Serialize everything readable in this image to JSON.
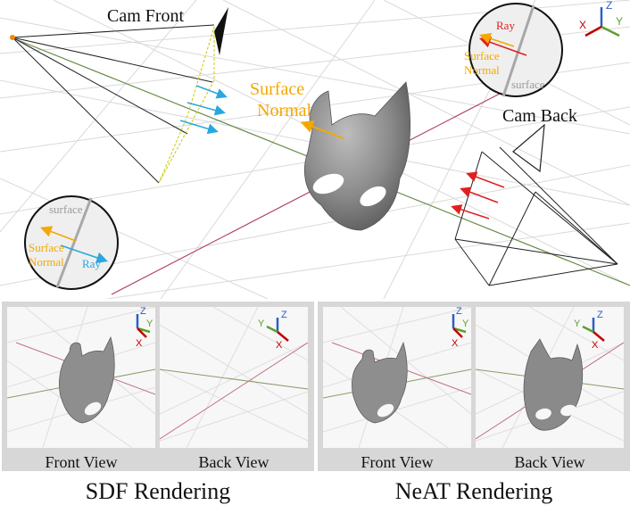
{
  "scene": {
    "cam_front_label": "Cam Front",
    "cam_back_label": "Cam Back",
    "surface_normal_label_1": "Surface",
    "surface_normal_label_2": "Normal",
    "inset_front": {
      "surface": "surface",
      "normal_1": "Surface",
      "normal_2": "Normal",
      "ray": "Ray"
    },
    "inset_back": {
      "surface": "surface",
      "normal_1": "Surface",
      "normal_2": "Normal",
      "ray": "Ray"
    },
    "axes": {
      "x": "X",
      "y": "Y",
      "z": "Z"
    }
  },
  "colors": {
    "surface_normal": "#f5a800",
    "front_ray": "#29a8e0",
    "back_ray": "#e02020",
    "axis_x": "#c00000",
    "axis_y": "#5aa02c",
    "axis_z": "#2a5fc9"
  },
  "sdf": {
    "title": "SDF Rendering",
    "front_caption": "Front View",
    "back_caption": "Back View"
  },
  "neat": {
    "title": "NeAT Rendering",
    "front_caption": "Front View",
    "back_caption": "Back View"
  }
}
